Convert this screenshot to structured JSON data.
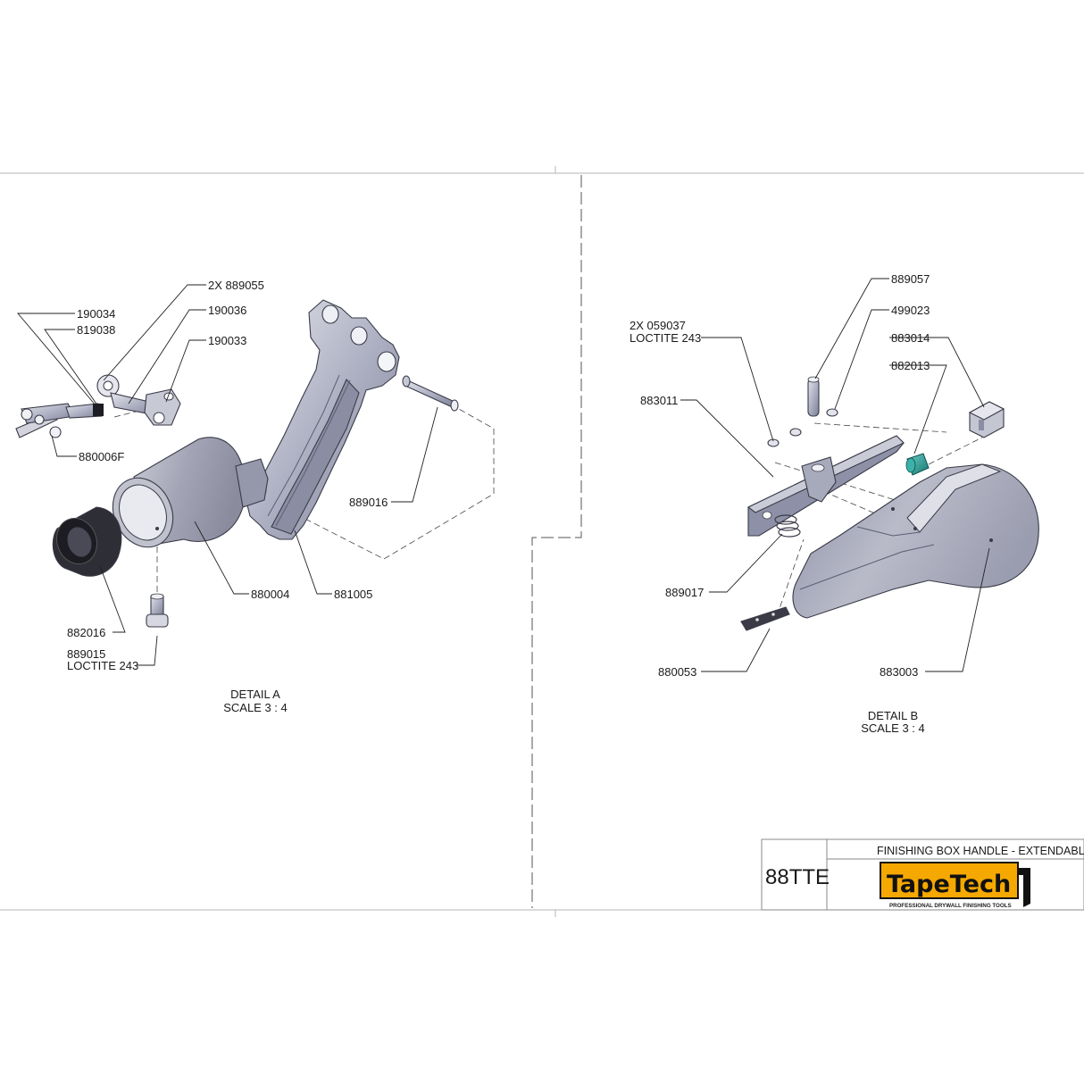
{
  "title_block": {
    "drawing_number": "88TTE",
    "title": "FINISHING BOX HANDLE - EXTENDABLE",
    "brand": "TapeTech",
    "tagline": "PROFESSIONAL DRYWALL FINISHING TOOLS",
    "brand_color": "#f5a800"
  },
  "detail_a": {
    "caption": "DETAIL A",
    "scale": "SCALE 3 : 4",
    "callouts": {
      "p2x889055": "2X 889055",
      "p190034": "190034",
      "p190036": "190036",
      "p819038": "819038",
      "p190033": "190033",
      "p880006f": "880006F",
      "p889016": "889016",
      "p880004": "880004",
      "p881005": "881005",
      "p882016": "882016",
      "p889015": "889015",
      "loctite": "LOCTITE 243"
    }
  },
  "detail_b": {
    "caption": "DETAIL B",
    "scale": "SCALE 3 : 4",
    "callouts": {
      "p889057": "889057",
      "p2x059037": "2X 059037",
      "loctite": "LOCTITE 243",
      "p499023": "499023",
      "p883014": "883014",
      "p882013": "882013",
      "p883011": "883011",
      "p889017": "889017",
      "p880053": "880053",
      "p883003": "883003"
    }
  },
  "colors": {
    "part_fill": "#a8abbd",
    "part_light": "#d9dae3",
    "part_dark": "#2b2b33",
    "teal_part": "#1e8c86"
  }
}
